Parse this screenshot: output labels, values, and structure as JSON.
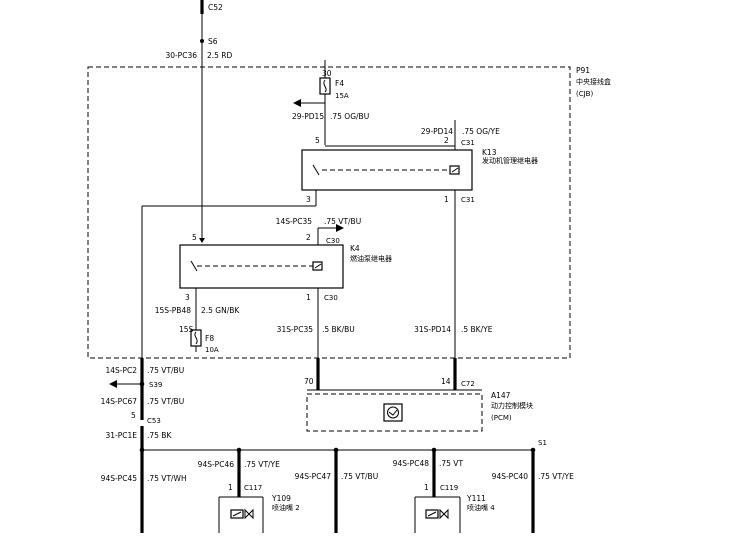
{
  "top": {
    "connector_c52": "C52",
    "splice_s6": "S6",
    "wire_id": "30-PC36",
    "wire_spec": "2.5 RD"
  },
  "cjb": {
    "id": "P91",
    "name": "中央接线盒",
    "abbr": "(CJB)"
  },
  "fuse_f4": {
    "pin": "30",
    "id": "F4",
    "rating": "15A",
    "out_wire": "29-PD15",
    "out_spec": ".75 OG/BU"
  },
  "relay_k13": {
    "id": "K13",
    "name": "发动机管理继电器",
    "pin5": "5",
    "pin2": "2",
    "pin3": "3",
    "pin1": "1",
    "conn_top": "C31",
    "conn_bottom": "C31",
    "wire_id": "29-PD14",
    "wire_spec": ".75 OG/YE"
  },
  "relay_k4": {
    "id": "K4",
    "name": "燃油泵继电器",
    "pin5": "5",
    "pin2": "2",
    "pin3": "3",
    "pin1": "1",
    "conn_top": "C30",
    "conn_bottom": "C30",
    "wire_in_id": "14S-PC35",
    "wire_in_spec": ".75 VT/BU",
    "wire_out_id": "15S-PB48",
    "wire_out_spec": "2.5 GN/BK"
  },
  "fuse_f8": {
    "pin": "15S",
    "id": "F8",
    "rating": "10A"
  },
  "cjb_outputs": {
    "pc35_id": "31S-PC35",
    "pc35_spec": ".5 BK/BU",
    "pd14_id": "31S-PD14",
    "pd14_spec": ".5 BK/YE"
  },
  "left_chain": {
    "pc2_id": "14S-PC2",
    "pc2_spec": ".75 VT/BU",
    "splice_s39": "S39",
    "pc67_id": "14S-PC67",
    "pc67_spec": ".75 VT/BU",
    "pin5": "5",
    "conn_c53": "C53",
    "pc1e_id": "31-PC1E",
    "pc1e_spec": ".75 BK",
    "pc45_id": "94S-PC45",
    "pc45_spec": ".75 VT/WH"
  },
  "pcm": {
    "pin70": "70",
    "pin14": "14",
    "conn": "C72",
    "id": "A147",
    "name": "动力控制模块",
    "abbr": "(PCM)"
  },
  "injectors": {
    "splice_s1": "S1",
    "pc46_id": "94S-PC46",
    "pc46_spec": ".75 VT/YE",
    "pc47_id": "94S-PC47",
    "pc47_spec": ".75 VT/BU",
    "pc48_id": "94S-PC48",
    "pc48_spec": ".75 VT",
    "pc40_id": "94S-PC40",
    "pc40_spec": ".75 VT/YE",
    "y109_pin": "1",
    "y109_conn": "C117",
    "y109_id": "Y109",
    "y109_name": "喷油嘴 2",
    "y111_pin": "1",
    "y111_conn": "C119",
    "y111_id": "Y111",
    "y111_name": "喷油嘴 4"
  }
}
